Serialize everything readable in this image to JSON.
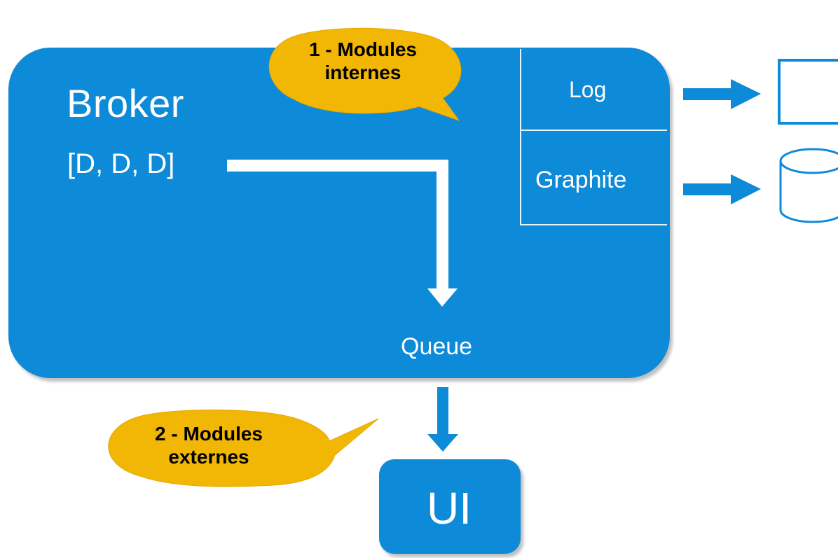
{
  "broker": {
    "title": "Broker",
    "list_label": "[D, D, D]",
    "queue_label": "Queue"
  },
  "modules": {
    "log_label": "Log",
    "graphite_label": "Graphite"
  },
  "ui": {
    "label": "UI"
  },
  "callouts": {
    "internal_line1": "1 - Modules",
    "internal_line2": "internes",
    "external_line1": "2 - Modules",
    "external_line2": "externes"
  },
  "colors": {
    "box_blue": "#0d8ad8",
    "callout_yellow": "#f2b705",
    "arrow_white": "#ffffff"
  }
}
